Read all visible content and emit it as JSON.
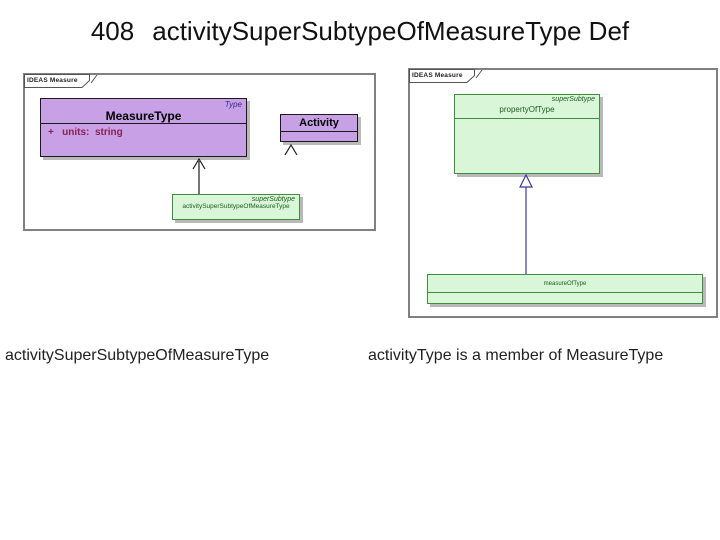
{
  "slide": {
    "title_number": "408",
    "title_text": "activitySuperSubtypeOfMeasureType Def"
  },
  "left_diagram": {
    "frame_label": "IDEAS Measure",
    "measure_type_class": {
      "stereotype": "Type",
      "name": "MeasureType",
      "attribute": "+   units:  string"
    },
    "activity_class": {
      "name": "Activity"
    },
    "relation_box": {
      "stereotype": "superSubtype",
      "name": "activitySuperSubtypeOfMeasureType"
    }
  },
  "right_diagram": {
    "frame_label": "IDEAS Measure",
    "super_class": {
      "stereotype": "superSubtype",
      "name": "propertyOfType"
    },
    "sub_class": {
      "name": "measureOfType"
    }
  },
  "captions": {
    "left": "activitySuperSubtypeOfMeasureType",
    "right": "activityType is a member of MeasureType"
  },
  "colors": {
    "purple_fill": "#c7a0e6",
    "purple_stereotype_text": "#3d2b8f",
    "attribute_text": "#8b2252",
    "green_fill": "#d9f6d9",
    "green_border": "#3e8e3e",
    "green_text": "#1e5c1e",
    "frame_border": "#808080",
    "generalization_line": "#3939a0",
    "connector_line": "#1a1a1a",
    "shadow": "#b9b9b9"
  }
}
